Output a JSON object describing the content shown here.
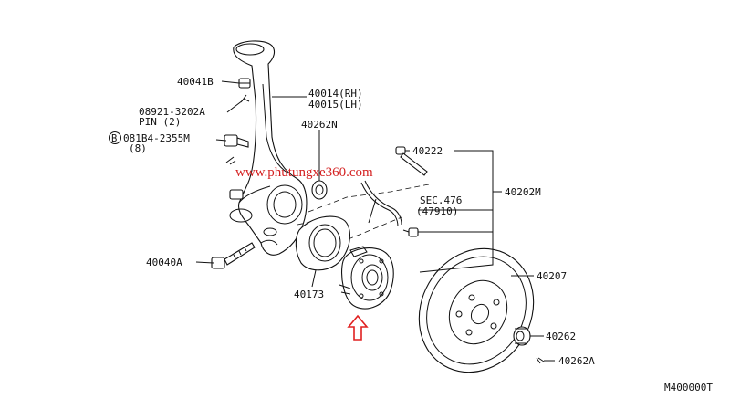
{
  "labels": {
    "p40041B": "40041B",
    "p08921": "08921-3202A",
    "pin": "PIN (2)",
    "p081B4": "081B4-2355M",
    "b_circle": "B",
    "qty8": "(8)",
    "p40014": "40014(RH)",
    "p40015": "40015(LH)",
    "p40262N": "40262N",
    "p40222": "40222",
    "p40202M": "40202M",
    "sec": "SEC.476",
    "sec_sub": "(47910)",
    "p40040A": "40040A",
    "p40173": "40173",
    "p40207": "40207",
    "p40262": "40262",
    "p40262A": "40262A",
    "diagram_id": "M400000T"
  },
  "watermark": "www.phutungxe360.com",
  "colors": {
    "line": "#111111",
    "watermark": "#d42020",
    "arrow": "#e02020"
  }
}
